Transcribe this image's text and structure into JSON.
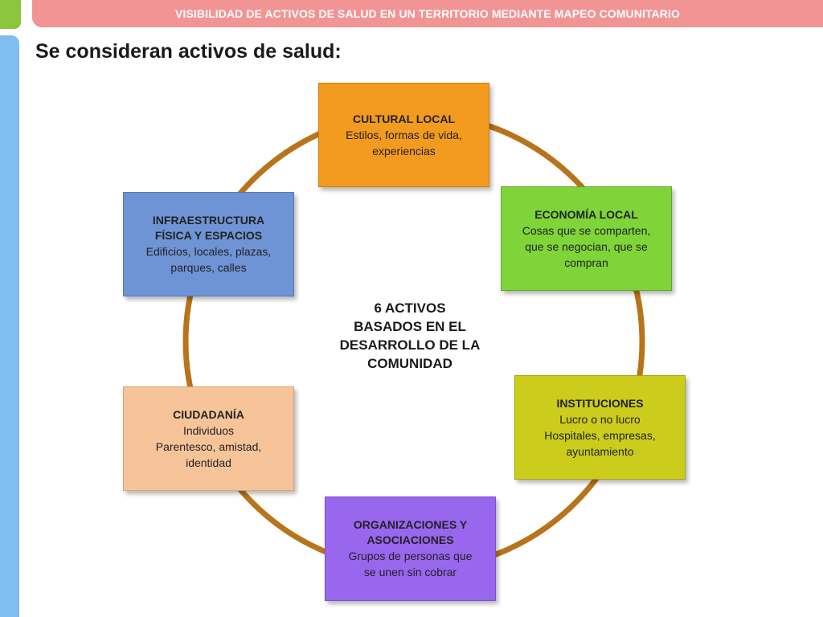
{
  "header": {
    "title": "VISIBILIDAD DE ACTIVOS DE SALUD EN UN TERRITORIO MEDIANTE MAPEO COMUNITARIO"
  },
  "page_title": "Se consideran activos de salud:",
  "center": {
    "lines": [
      "6 ACTIVOS",
      "BASADOS EN EL",
      "DESARROLLO DE LA",
      "COMUNIDAD"
    ]
  },
  "colors": {
    "ring": "#b8741a",
    "cultural": "#f29b1e",
    "economia": "#7fd438",
    "instituciones": "#cccc1c",
    "organizaciones": "#9966ee",
    "ciudadania": "#f7c49a",
    "infraestructura": "#6f94d6"
  },
  "assets": {
    "cultural": {
      "title": "CULTURAL LOCAL",
      "desc": [
        "Estilos, formas de vida,",
        "experiencias"
      ]
    },
    "economia": {
      "title": "ECONOMÍA LOCAL",
      "desc": [
        "Cosas que se comparten,",
        "que se negocian, que se",
        "compran"
      ]
    },
    "instituciones": {
      "title": "INSTITUCIONES",
      "desc": [
        "Lucro o no lucro",
        "Hospitales, empresas,",
        "ayuntamiento"
      ]
    },
    "organizaciones": {
      "title": [
        "ORGANIZACIONES Y",
        "ASOCIACIONES"
      ],
      "desc": [
        "Grupos de personas que",
        "se unen sin cobrar"
      ]
    },
    "ciudadania": {
      "title": "CIUDADANÍA",
      "desc": [
        "Individuos",
        "Parentesco, amistad,",
        "identidad"
      ]
    },
    "infraestructura": {
      "title": [
        "INFRAESTRUCTURA",
        "FÍSICA Y ESPACIOS"
      ],
      "desc": [
        "Edificios, locales, plazas,",
        "parques, calles"
      ]
    }
  }
}
